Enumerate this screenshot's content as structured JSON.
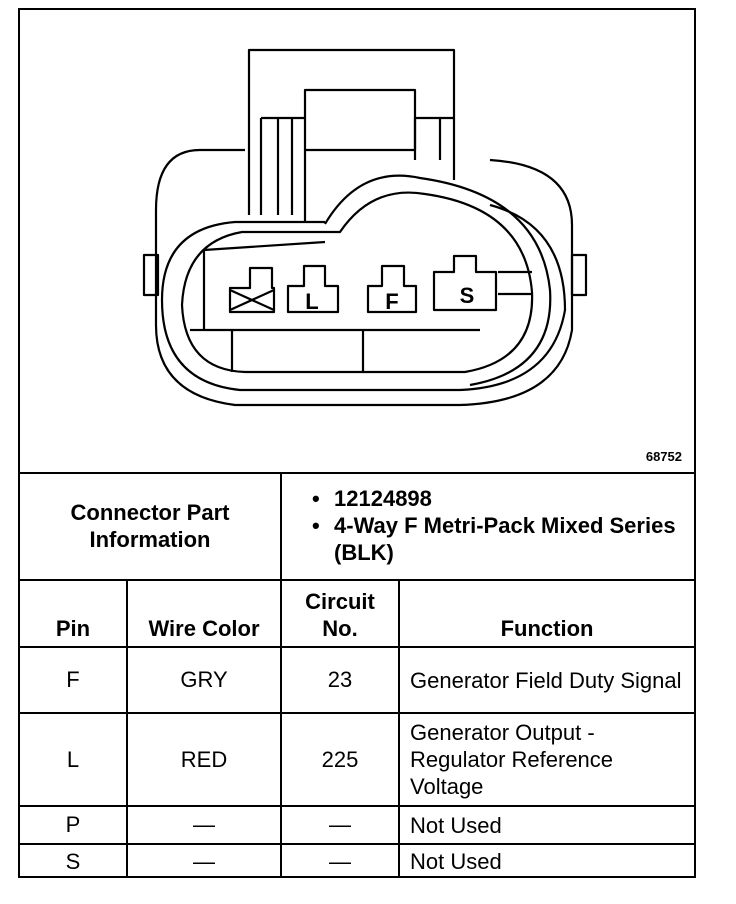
{
  "figure_id": "68752",
  "connector": {
    "cavity_labels": [
      "L",
      "F",
      "S"
    ]
  },
  "info": {
    "label_line1": "Connector Part",
    "label_line2": "Information",
    "bullets": [
      "12124898",
      "4-Way F Metri-Pack Mixed Series (BLK)"
    ]
  },
  "headers": {
    "pin": "Pin",
    "wire_color": "Wire Color",
    "circuit_line1": "Circuit",
    "circuit_line2": "No.",
    "function": "Function"
  },
  "rows": [
    {
      "pin": "F",
      "wire_color": "GRY",
      "circuit": "23",
      "function": "Generator Field Duty Signal"
    },
    {
      "pin": "L",
      "wire_color": "RED",
      "circuit": "225",
      "function": "Generator Output - Regulator Reference Voltage"
    },
    {
      "pin": "P",
      "wire_color": "—",
      "circuit": "—",
      "function": "Not Used"
    },
    {
      "pin": "S",
      "wire_color": "—",
      "circuit": "—",
      "function": "Not Used"
    }
  ]
}
